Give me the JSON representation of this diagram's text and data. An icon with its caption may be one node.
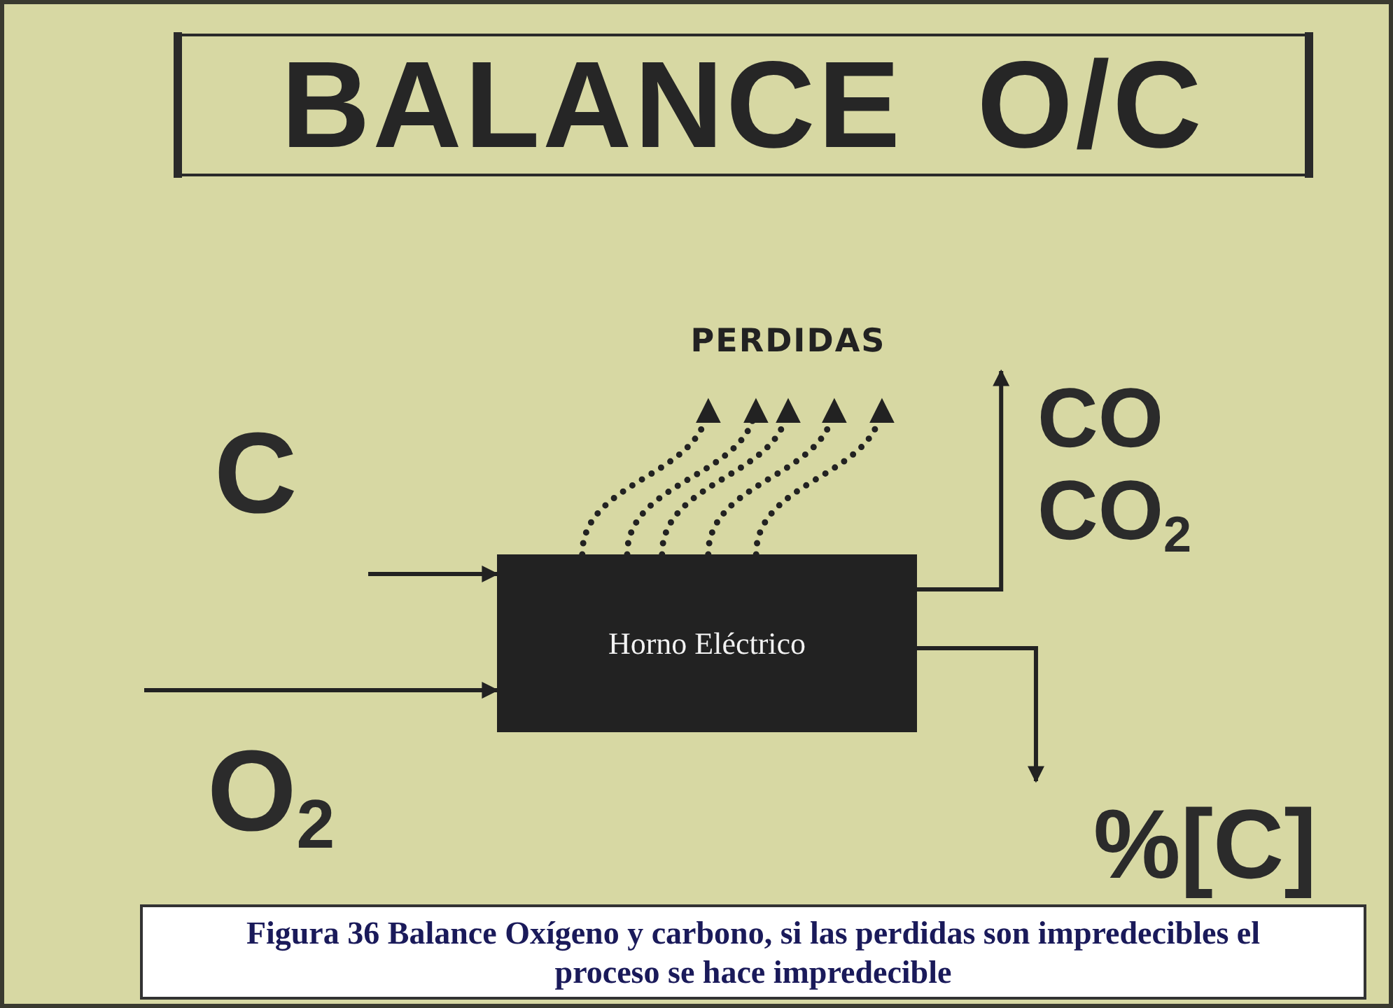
{
  "diagram": {
    "title": "BALANCE  O/C",
    "caption": "Figura 36  Balance Oxígeno y carbono, si las perdidas son impredecibles el proceso se hace impredecible",
    "nodes": [
      {
        "text": [
          "C"
        ]
      },
      {
        "text": [
          "O$_{2}$"
        ]
      },
      {
        "text": [
          "Horno Eléctrico"
        ]
      },
      {
        "text": [
          "PERDIDAS"
        ]
      },
      {
        "text": [
          "CO",
          "CO$_{2}$"
        ]
      },
      {
        "text": [
          "%[C]"
        ]
      }
    ],
    "edges": [
      {
        "from": 0,
        "to": 2,
        "arrow": "to"
      },
      {
        "from": 1,
        "to": 2,
        "arrow": "to"
      },
      {
        "from": 2,
        "to": 3,
        "arrow": "to",
        "style": "dashed"
      },
      {
        "from": 2,
        "to": 3,
        "arrow": "to",
        "style": "dashed"
      },
      {
        "from": 2,
        "to": 3,
        "arrow": "to",
        "style": "dashed"
      },
      {
        "from": 2,
        "to": 3,
        "arrow": "to",
        "style": "dashed"
      },
      {
        "from": 2,
        "to": 3,
        "arrow": "to",
        "style": "dashed"
      },
      {
        "from": 2,
        "to": 4,
        "arrow": "to"
      },
      {
        "from": 2,
        "to": 5,
        "arrow": "to"
      }
    ]
  }
}
